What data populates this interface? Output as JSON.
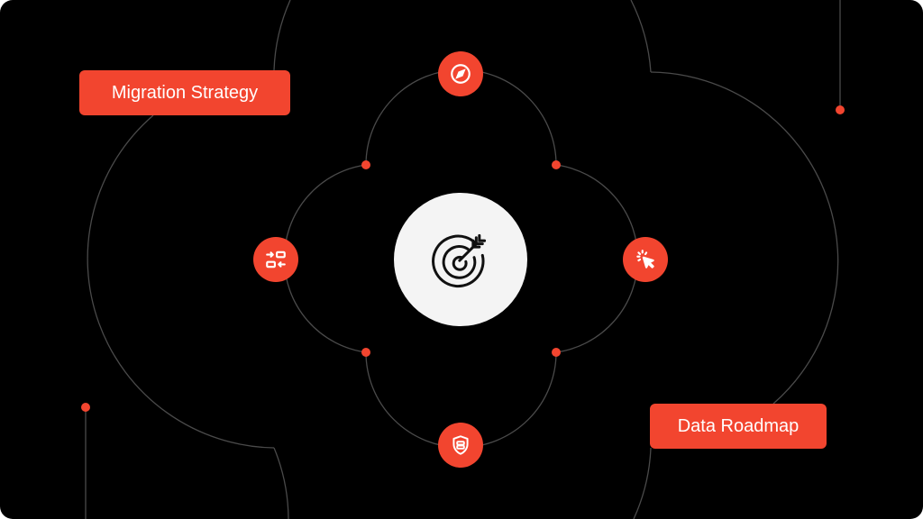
{
  "colors": {
    "background": "#000000",
    "accent": "#f2452f",
    "line": "#4a4a4a",
    "center_fill": "#f4f4f4",
    "icon_dark": "#111111",
    "icon_light": "#ffffff"
  },
  "labels": {
    "migration_strategy": "Migration Strategy",
    "data_roadmap": "Data Roadmap"
  },
  "center": {
    "icon": "target-arrow-icon"
  },
  "nodes": [
    {
      "position": "top",
      "icon": "compass-icon"
    },
    {
      "position": "left",
      "icon": "transfer-arrows-icon"
    },
    {
      "position": "right",
      "icon": "cursor-click-icon"
    },
    {
      "position": "bottom",
      "icon": "shield-database-icon"
    }
  ]
}
